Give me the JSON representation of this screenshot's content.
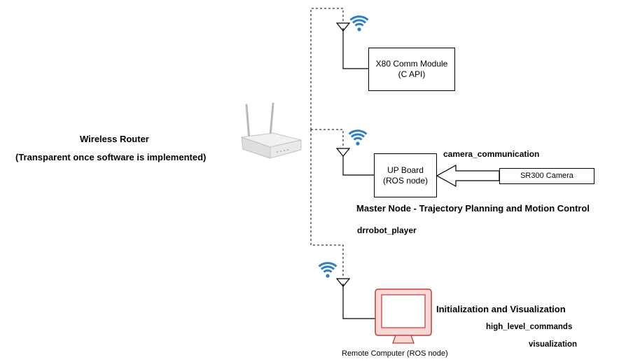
{
  "router": {
    "title": "Wireless Router",
    "subtitle": "(Transparent once software is implemented)"
  },
  "comm_module": {
    "line1": "X80 Comm Module",
    "line2": "(C API)"
  },
  "up_board": {
    "line1": "UP Board",
    "line2": "(ROS node)"
  },
  "camera": {
    "label": "SR300 Camera"
  },
  "labels": {
    "camera_communication": "camera_communication",
    "master_node": "Master Node - Trajectory Planning and Motion Control",
    "drrobot_player": "drrobot_player",
    "init_vis": "Initialization and Visualization",
    "high_level_commands": "high_level_commands",
    "visualization": "visualization",
    "remote_computer": "Remote Computer (ROS node)"
  },
  "colors": {
    "wifi": "#2e7fc0",
    "monitor_fill": "#f9d7d5",
    "monitor_stroke": "#c0393a",
    "line": "#000000"
  },
  "icons": {
    "wifi": "wifi-icon",
    "antenna": "antenna-icon",
    "router": "router-icon",
    "monitor": "monitor-icon"
  }
}
